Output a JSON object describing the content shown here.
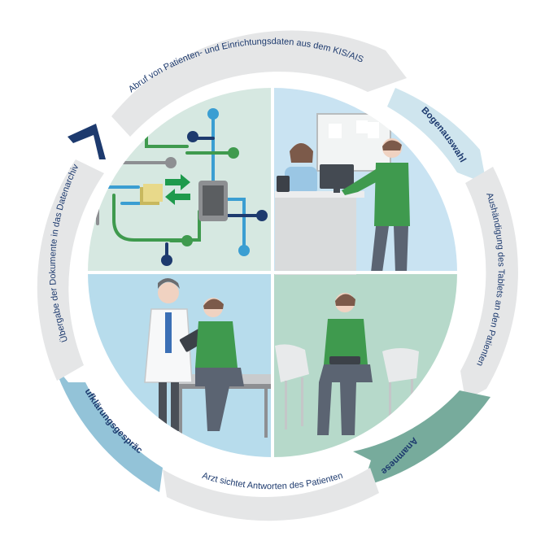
{
  "diagram": {
    "steps": [
      {
        "id": "abruf",
        "label": "Abruf von Patienten- und Einrichtungsdaten aus dem KIS/AIS",
        "highlight": false
      },
      {
        "id": "bogenauswahl",
        "label": "Bogenauswahl",
        "highlight": true
      },
      {
        "id": "aushaendigung",
        "label": "Aushändigung des Tablets an den Patienten",
        "highlight": false
      },
      {
        "id": "anamnese",
        "label": "Anamnese",
        "highlight": true
      },
      {
        "id": "arzt",
        "label": "Arzt sichtet Antworten des Patienten",
        "highlight": false
      },
      {
        "id": "aufklaerung",
        "label": "Aufklärungsgespräch",
        "highlight": true
      },
      {
        "id": "uebergabe",
        "label": "Übergabe der Dokumente in das Datenarchiv",
        "highlight": false
      }
    ],
    "colors": {
      "ring_grey": "#e5e6e7",
      "ring_light_blue": "#cfe5ee",
      "ring_teal": "#77ab9c",
      "ring_mid_blue": "#93c3d8",
      "navy": "#1d3a6e",
      "green": "#3f9a4e",
      "q_tl": "#d6e8e1",
      "q_tr": "#c9e3f2",
      "q_bl": "#b7dcec",
      "q_br": "#b6d9ca"
    },
    "scenes": [
      {
        "id": "data-network",
        "icon": "tablet-network-icon"
      },
      {
        "id": "reception",
        "icon": "reception-desk-icon"
      },
      {
        "id": "consultation",
        "icon": "doctor-patient-icon"
      },
      {
        "id": "waiting-room",
        "icon": "patient-tablet-icon"
      }
    ]
  }
}
